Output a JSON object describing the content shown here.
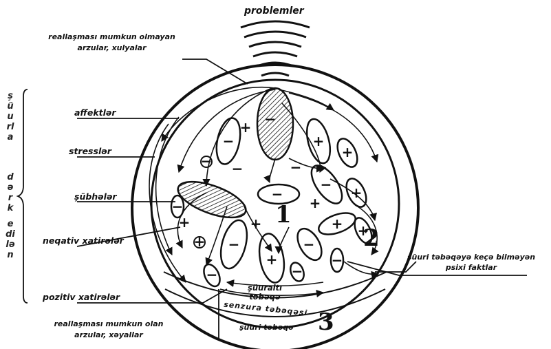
{
  "diagram": {
    "top_label": "problemler",
    "left_labels": [
      "reallaşması mumkun olmayan\narzular, xulyalar",
      "affektlər",
      "stresslər",
      "şübhələr",
      "neqativ xatirələr",
      "pozitiv xatirələr",
      "reallaşması mumkun olan\narzular, xəyallar"
    ],
    "side_vertical_text": [
      "şüurla",
      "dərk",
      "edilən"
    ],
    "right_label": "şüuri təbəqəyə keçə bilməyən\npsixi faktlar",
    "inner_labels": {
      "subconscious_layer": "şüuraltı\ntəbəqə",
      "censorship_layer": "senzura  təbəqəsi",
      "conscious_layer": "şüuri təbəqə"
    },
    "numbers": [
      "1",
      "2",
      "3"
    ],
    "signs": {
      "plus": "+",
      "minus": "−"
    }
  }
}
